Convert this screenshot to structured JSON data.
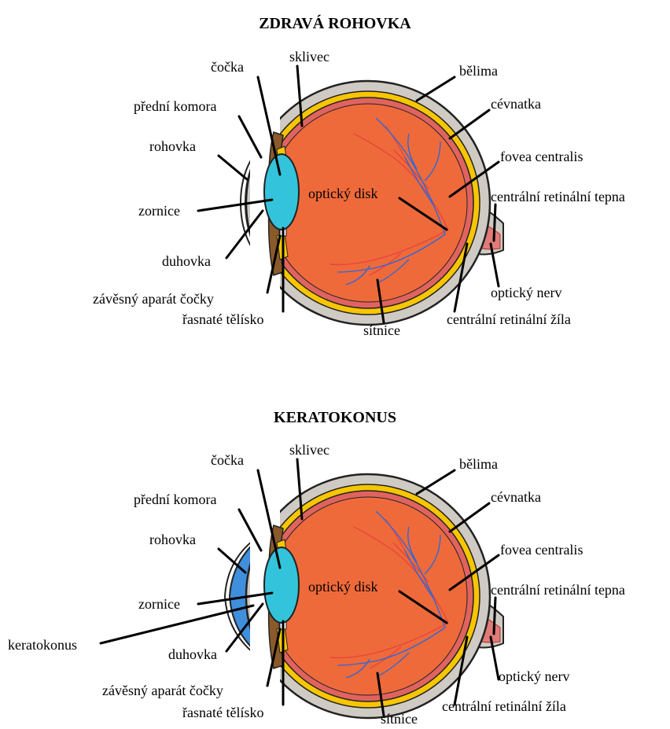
{
  "diagrams": [
    {
      "title": "ZDRAVÁ ROHOVKA",
      "labels": {
        "cocka": "čočka",
        "sklivec": "sklivec",
        "belima": "bělima",
        "predni_komora": "přední komora",
        "cevnatka": "cévnatka",
        "rohovka": "rohovka",
        "fovea": "fovea centralis",
        "opticky_disk": "optický disk",
        "tepna": "centrální retinální tepna",
        "zornice": "zornice",
        "duhovka": "duhovka",
        "opticky_nerv": "optický nerv",
        "zavesny": "závěsný aparát čočky",
        "zila": "centrální retinální žíla",
        "rasnate": "řasnaté tělísko",
        "sitnice": "sítnice"
      }
    },
    {
      "title": "KERATOKONUS",
      "labels": {
        "cocka": "čočka",
        "sklivec": "sklivec",
        "belima": "bělima",
        "predni_komora": "přední komora",
        "cevnatka": "cévnatka",
        "rohovka": "rohovka",
        "fovea": "fovea centralis",
        "opticky_disk": "optický disk",
        "tepna": "centrální retinální tepna",
        "zornice": "zornice",
        "keratokonus": "keratokonus",
        "duhovka": "duhovka",
        "opticky_nerv": "optický nerv",
        "zavesny": "závěsný aparát čočky",
        "zila": "centrální retinální žíla",
        "rasnate": "řasnaté tělísko",
        "sitnice": "sítnice"
      }
    }
  ],
  "colors": {
    "sclera": "#cfcbc4",
    "choroid": "#f7c600",
    "retina": "#e0635f",
    "vitreous": "#ef6a3a",
    "lens": "#33c4dc",
    "cornea": "#3f8fdc",
    "iris": "#8b5a2b",
    "artery": "#e8453c",
    "vein": "#2f68d8",
    "nerve": "#e07b78"
  }
}
